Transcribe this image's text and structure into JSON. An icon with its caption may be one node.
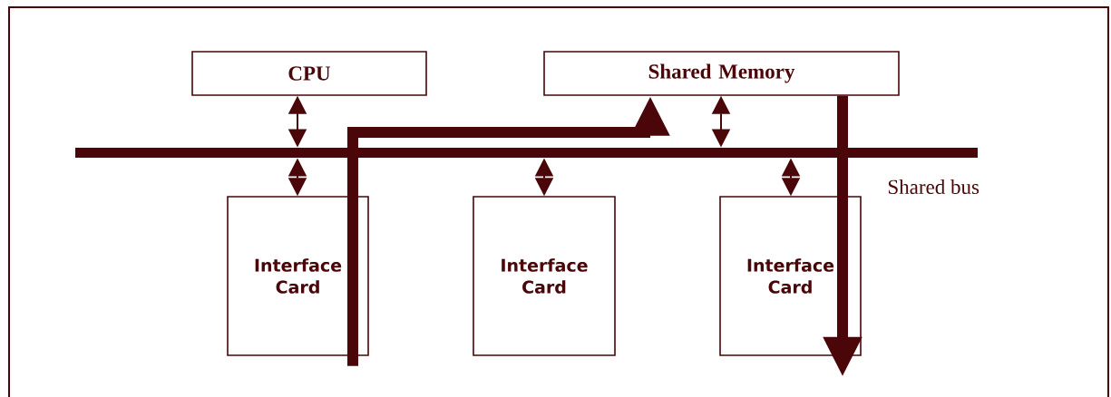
{
  "diagram": {
    "nodes": [
      {
        "text": [
          "CPU"
        ]
      },
      {
        "text": [
          "Shared Memory"
        ]
      },
      {
        "text": [],
        "shape": "bar",
        "beside": [
          "Shared bus"
        ]
      },
      {
        "text": [
          "Interface Card"
        ]
      },
      {
        "text": [
          "Interface Card"
        ]
      },
      {
        "text": [
          "Interface Card"
        ]
      }
    ],
    "edges": [
      {
        "from": 0,
        "to": 2,
        "arrow": "both"
      },
      {
        "from": 1,
        "to": 2,
        "arrow": "both"
      },
      {
        "from": 2,
        "to": 3,
        "arrow": "both"
      },
      {
        "from": 2,
        "to": 4,
        "arrow": "both"
      },
      {
        "from": 2,
        "to": 5,
        "arrow": "both"
      },
      {
        "from": 3,
        "to": 1,
        "arrow": "to",
        "style": "thick"
      },
      {
        "from": 1,
        "to": 5,
        "arrow": "to",
        "style": "thick"
      }
    ]
  }
}
